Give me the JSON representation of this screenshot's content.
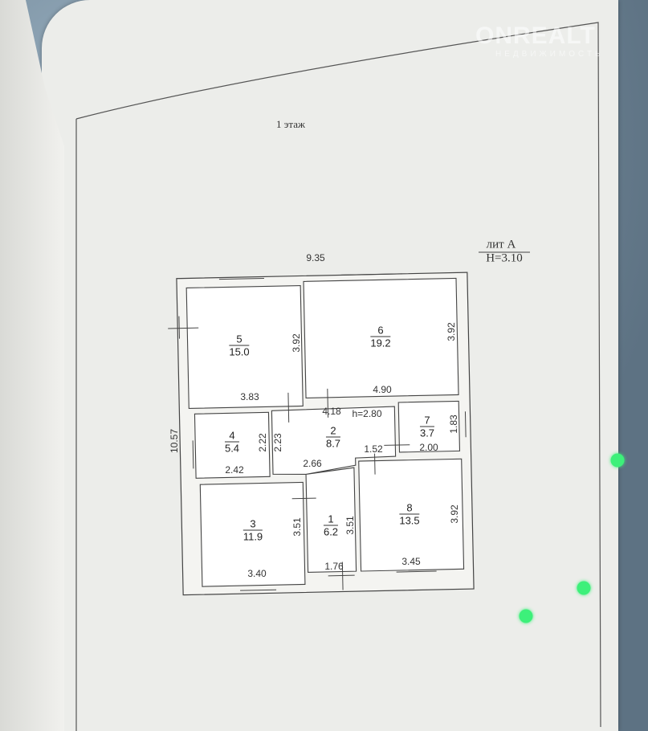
{
  "document": {
    "floor_title": "1 этаж",
    "letter": "лит А",
    "height": "Н=3.10",
    "watermark": {
      "brand": "ONREALT",
      "subtitle": "НЕДВИЖИМОСТЬ"
    }
  },
  "plan": {
    "overall_width": "9.35",
    "overall_depth": "10.57",
    "corridor_height": "h=2.80",
    "rooms": [
      {
        "number": "1",
        "area": "6.2"
      },
      {
        "number": "2",
        "area": "8.7"
      },
      {
        "number": "3",
        "area": "11.9"
      },
      {
        "number": "4",
        "area": "5.4"
      },
      {
        "number": "5",
        "area": "15.0"
      },
      {
        "number": "6",
        "area": "19.2"
      },
      {
        "number": "7",
        "area": "3.7"
      },
      {
        "number": "8",
        "area": "13.5"
      }
    ],
    "dimensions": {
      "r5_h": "3.92",
      "r5_w": "3.83",
      "r6_h": "3.92",
      "r6_w": "4.90",
      "r2_w": "4.18",
      "r4_h": "2.22",
      "r2_h": "2.23",
      "r4_w": "2.42",
      "r2_w2": "2.66",
      "r7_h": "1.83",
      "r7_w": "2.00",
      "r8_door": "1.52",
      "r3_h": "3.51",
      "r1_h": "3.51",
      "r3_w": "3.40",
      "r1_w": "1.76",
      "r8_w": "3.45",
      "r8_h": "3.92"
    }
  }
}
